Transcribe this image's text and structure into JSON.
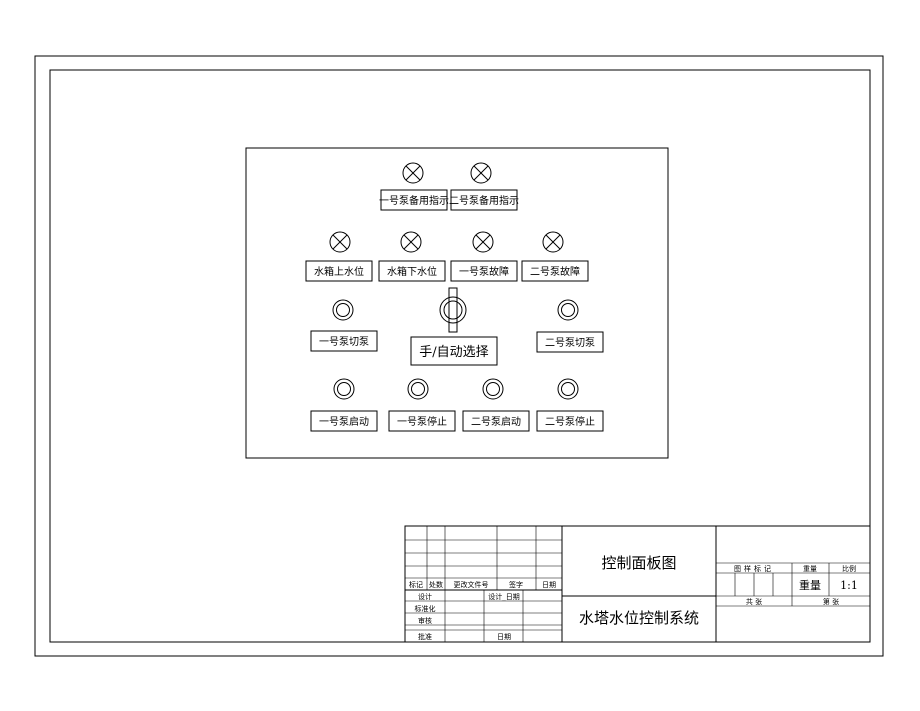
{
  "panel": {
    "indicators_row1": [
      {
        "label": "一号泵备用指示"
      },
      {
        "label": "二号泵备用指示"
      }
    ],
    "indicators_row2": [
      {
        "label": "水箱上水位"
      },
      {
        "label": "水箱下水位"
      },
      {
        "label": "一号泵故障"
      },
      {
        "label": "二号泵故障"
      }
    ],
    "switch_row": {
      "left": "一号泵切泵",
      "center": "手/自动选择",
      "right": "二号泵切泵"
    },
    "buttons_row": [
      {
        "label": "一号泵启动"
      },
      {
        "label": "一号泵停止"
      },
      {
        "label": "二号泵启动"
      },
      {
        "label": "二号泵停止"
      }
    ]
  },
  "title_block": {
    "drawing_name": "控制面板图",
    "system_name": "水塔水位控制系统",
    "rev_headers": [
      "标记",
      "处数",
      "更改文件号",
      "签字",
      "日期"
    ],
    "roles": [
      "设计",
      "标准化",
      "审核",
      "批准"
    ],
    "design_date_label": "设计_日期",
    "date_label": "日期",
    "mark_header": "图样标记",
    "weight_header": "重量",
    "scale_header": "比例",
    "weight_value": "重量",
    "scale_value": "1:1",
    "total_sheets": "共 张",
    "sheet_no": "第 张"
  }
}
